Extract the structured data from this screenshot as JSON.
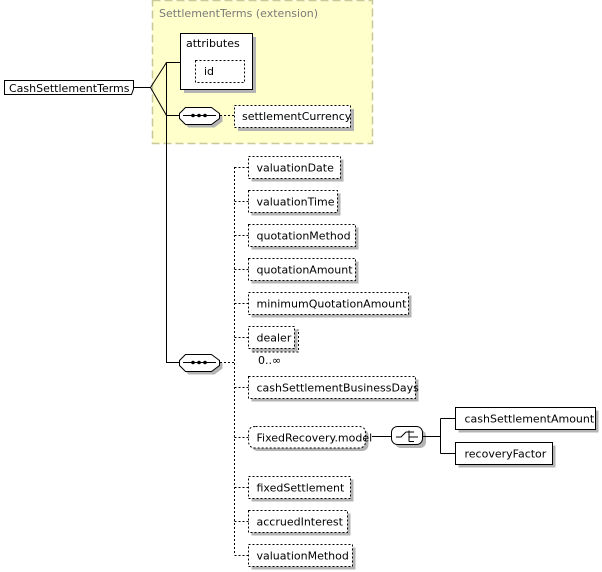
{
  "extension": {
    "label": "SettlementTerms (extension)"
  },
  "root": {
    "label": "CashSettlementTerms"
  },
  "attributes": {
    "label": "attributes",
    "items": [
      "id"
    ]
  },
  "settlement_currency": {
    "label": "settlementCurrency"
  },
  "sequence_children": [
    {
      "label": "valuationDate"
    },
    {
      "label": "valuationTime"
    },
    {
      "label": "quotationMethod"
    },
    {
      "label": "quotationAmount"
    },
    {
      "label": "minimumQuotationAmount"
    },
    {
      "label": "dealer",
      "occurrence": "0..∞"
    },
    {
      "label": "cashSettlementBusinessDays"
    },
    {
      "label": "FixedRecovery.model"
    },
    {
      "label": "fixedSettlement"
    },
    {
      "label": "accruedInterest"
    },
    {
      "label": "valuationMethod"
    }
  ],
  "choice_children": [
    {
      "label": "cashSettlementAmount"
    },
    {
      "label": "recoveryFactor"
    }
  ],
  "colors": {
    "extension_fill": "#ffffcc",
    "extension_border": "#c8c89a",
    "shadow": "#b4b4b4"
  }
}
